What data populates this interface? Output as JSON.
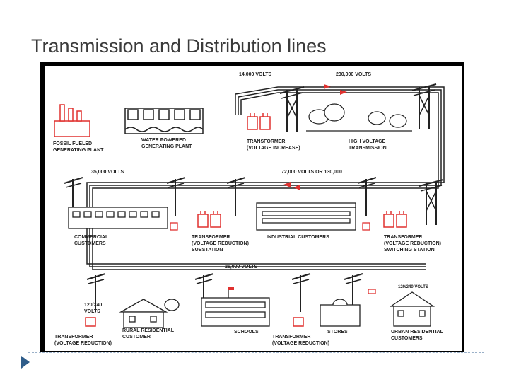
{
  "slide": {
    "title": "Transmission and Distribution lines"
  },
  "diagram": {
    "labels": {
      "volts_14000": "14,000 VOLTS",
      "volts_230000": "230,000 VOLTS",
      "fossil_plant_1": "FOSSIL FUELED",
      "fossil_plant_2": "GENERATING PLANT",
      "water_plant_1": "WATER POWERED",
      "water_plant_2": "GENERATING PLANT",
      "transformer_up_1": "TRANSFORMER",
      "transformer_up_2": "(VOLTAGE INCREASE)",
      "hv_transmission_1": "HIGH VOLTAGE",
      "hv_transmission_2": "TRANSMISSION",
      "volts_35000": "35,000 VOLTS",
      "volts_72000": "72,000 VOLTS OR 130,000",
      "commercial_1": "COMMERCIAL",
      "commercial_2": "CUSTOMERS",
      "substation_1": "TRANSFORMER",
      "substation_2": "(VOLTAGE REDUCTION)",
      "substation_3": "SUBSTATION",
      "industrial": "INDUSTRIAL CUSTOMERS",
      "switching_1": "TRANSFORMER",
      "switching_2": "(VOLTAGE REDUCTION)",
      "switching_3": "SWITCHING STATION",
      "volts_25000": "25,000 VOLTS",
      "volts_120240_1": "120/240",
      "volts_120240_2": "VOLTS",
      "volts_120240_right": "120/240 VOLTS",
      "rural_transformer_1": "TRANSFORMER",
      "rural_transformer_2": "(VOLTAGE REDUCTION)",
      "rural_1": "RURAL RESIDENTIAL",
      "rural_2": "CUSTOMER",
      "schools": "SCHOOLS",
      "stores_transformer_1": "TRANSFORMER",
      "stores_transformer_2": "(VOLTAGE REDUCTION)",
      "stores": "STORES",
      "urban_1": "URBAN RESIDENTIAL",
      "urban_2": "CUSTOMERS"
    },
    "colors": {
      "accent": "#e0312f",
      "ink": "#222222",
      "title": "#3b3b3b",
      "bullet": "#2f5d8a"
    }
  }
}
